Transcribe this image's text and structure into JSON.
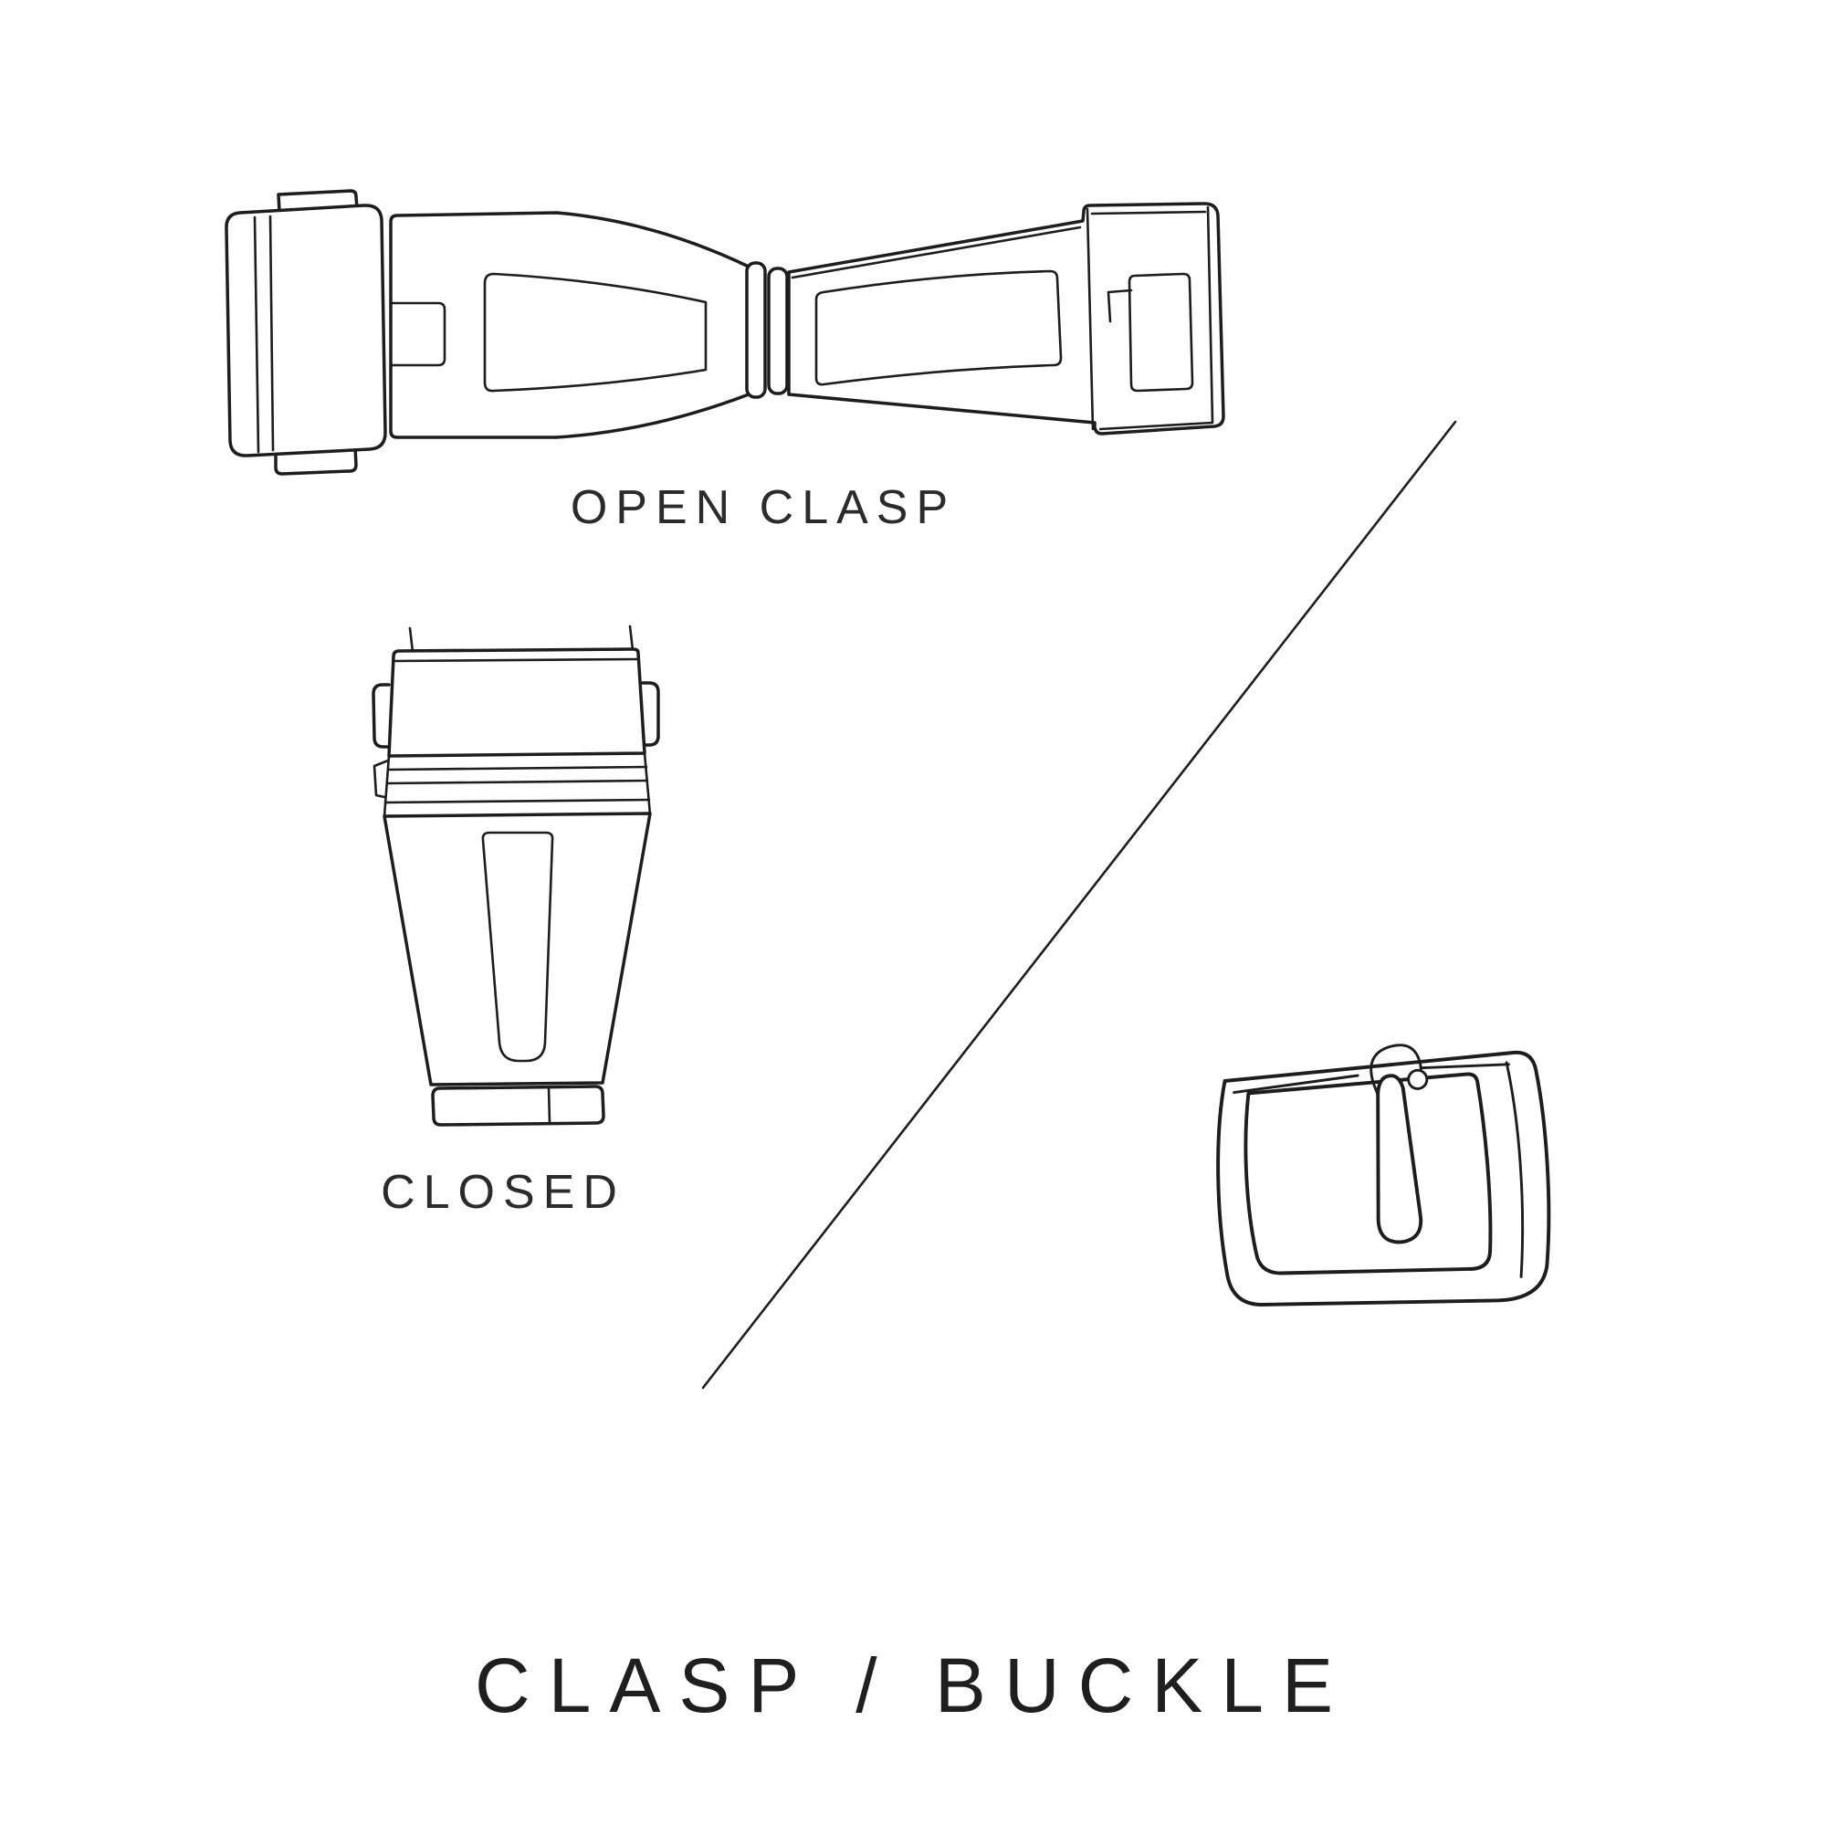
{
  "page": {
    "background": "#ffffff",
    "ink": "#1d1d1d",
    "text_color": "#2b2b2b",
    "title_color": "#1f1f1f"
  },
  "title": "CLASP / BUCKLE",
  "figures": {
    "open_clasp": {
      "name": "open-clasp-illustration",
      "caption": "OPEN CLASP"
    },
    "closed_clasp": {
      "name": "closed-clasp-illustration",
      "caption": "CLOSED"
    },
    "buckle": {
      "name": "buckle-illustration"
    },
    "divider": {
      "name": "diagonal-divider-line"
    }
  }
}
